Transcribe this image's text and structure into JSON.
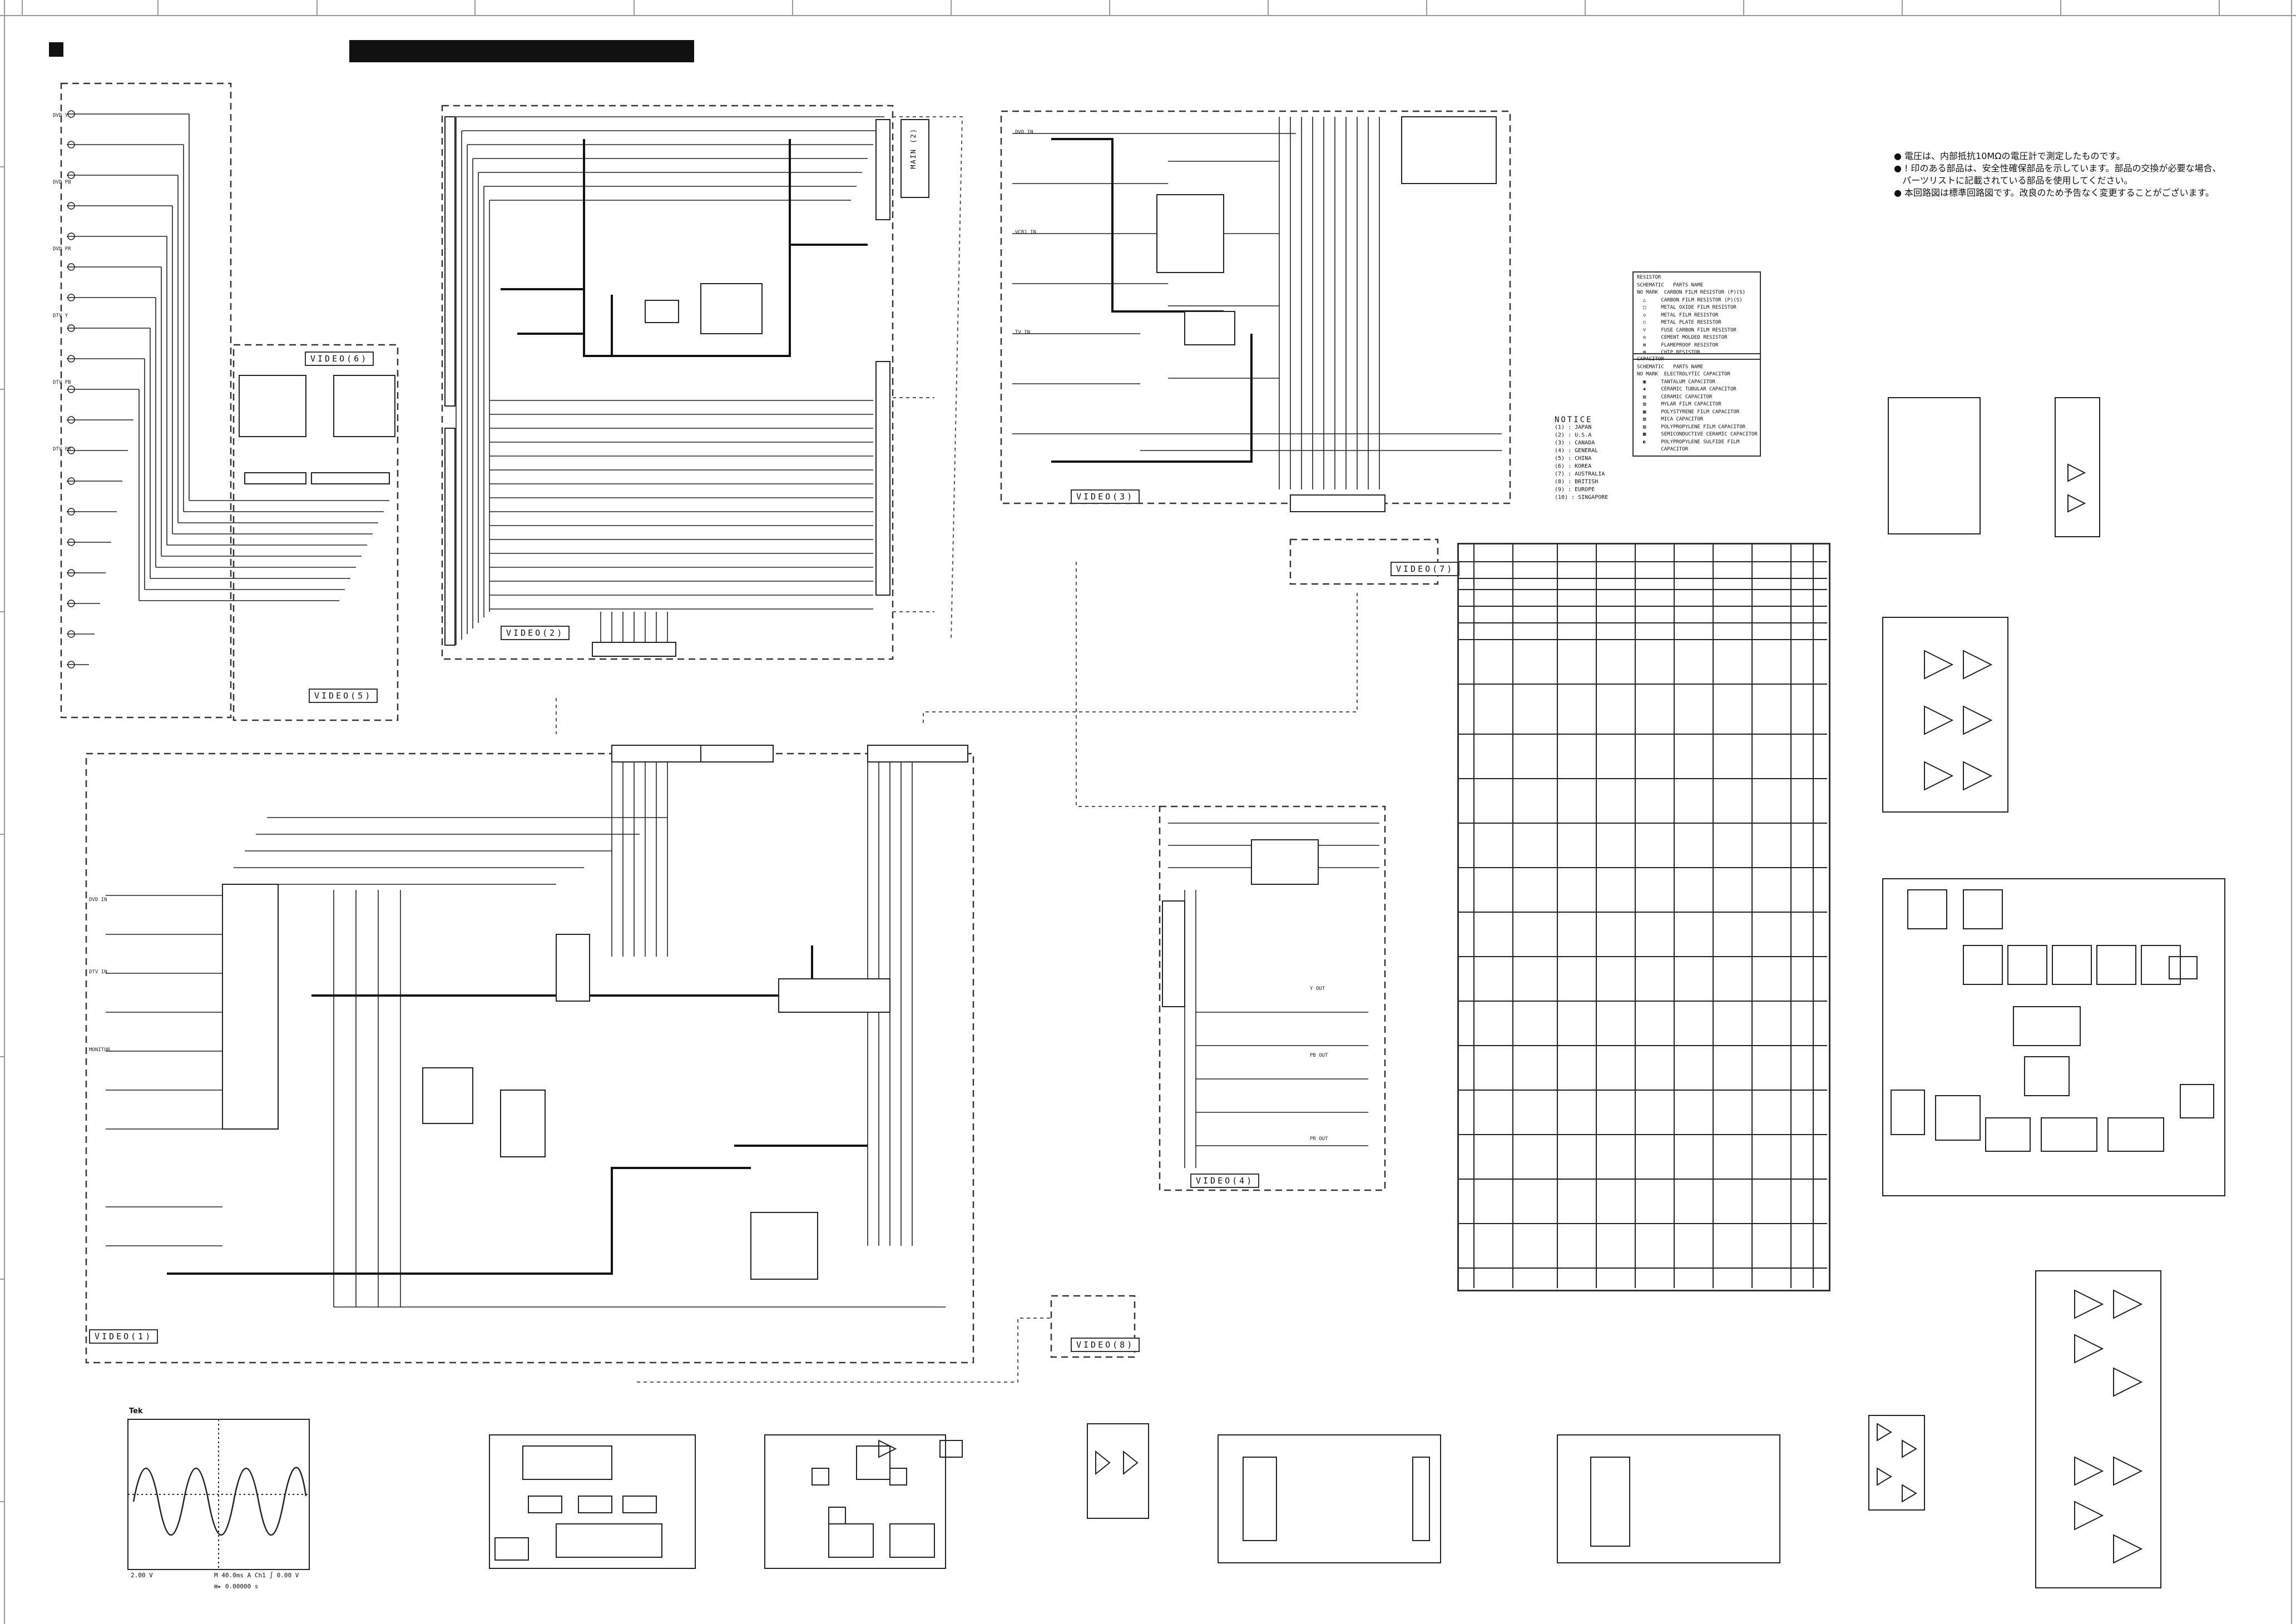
{
  "page": {
    "notes": [
      "● 電圧は、内部抵抗10MΩの電圧計で測定したものです。",
      "● ! 印のある部品は、安全性確保部品を示しています。部品の交換が必要な場合、",
      "   パーツリストに記載されている部品を使用してください。",
      "● 本回路図は標準回路図です。改良のため予告なく変更することがございます。"
    ]
  },
  "boards": {
    "video1": "VIDEO(1)",
    "video2": "VIDEO(2)",
    "video3": "VIDEO(3)",
    "video4": "VIDEO(4)",
    "video5": "VIDEO(5)",
    "video6": "VIDEO(6)",
    "video7": "VIDEO(7)",
    "video8": "VIDEO(8)",
    "rotated_label": "MAIN (2)"
  },
  "notice": {
    "title": "NOTICE",
    "lines": [
      "(1) : JAPAN",
      "(2) : U.S.A",
      "(3) : CANADA",
      "(4) : GENERAL",
      "(5) : CHINA",
      "(6) : KOREA",
      "(7) : AUSTRALIA",
      "(8) : BRITISH",
      "(9) : EUROPE",
      "(10) : SINGAPORE"
    ]
  },
  "legends": {
    "resistor": "RESISTOR\nSCHEMATIC   PARTS NAME\nNO MARK  CARBON FILM RESISTOR (P)(S)\n  △     CARBON FILM RESISTOR (P)(S)\n  □     METAL OXIDE FILM RESISTOR\n  ◇     METAL FILM RESISTOR\n  ○     METAL PLATE RESISTOR\n  ▽     FUSE CARBON FILM RESISTOR\n  ◎     CEMENT MOLDED RESISTOR\n  ⊠     FLAMEPROOF RESISTOR\n  ⊞     CHIP RESISTOR",
    "capacitor": "CAPACITOR\nSCHEMATIC   PARTS NAME\nNO MARK  ELECTROLYTIC CAPACITOR\n  ▣     TANTALUM CAPACITOR\n  ◈     CERAMIC TUBULAR CAPACITOR\n  ▤     CERAMIC CAPACITOR\n  ▥     MYLAR FILM CAPACITOR\n  ▦     POLYSTYRENE FILM CAPACITOR\n  ▧     MICA CAPACITOR\n  ▨     POLYPROPYLENE FILM CAPACITOR\n  ▩     SEMICONDUCTIVE CERAMIC CAPACITOR\n  ◐     POLYPROPYLENE SULFIDE FILM\n        CAPACITOR"
  },
  "scope": {
    "brand": "Tek",
    "ch_readout": "2.00 V",
    "time_readout": "M 40.0ms A Ch1 ∫ 0.00 V",
    "bottom_readout": "⊞▸ 0.00000 s"
  }
}
